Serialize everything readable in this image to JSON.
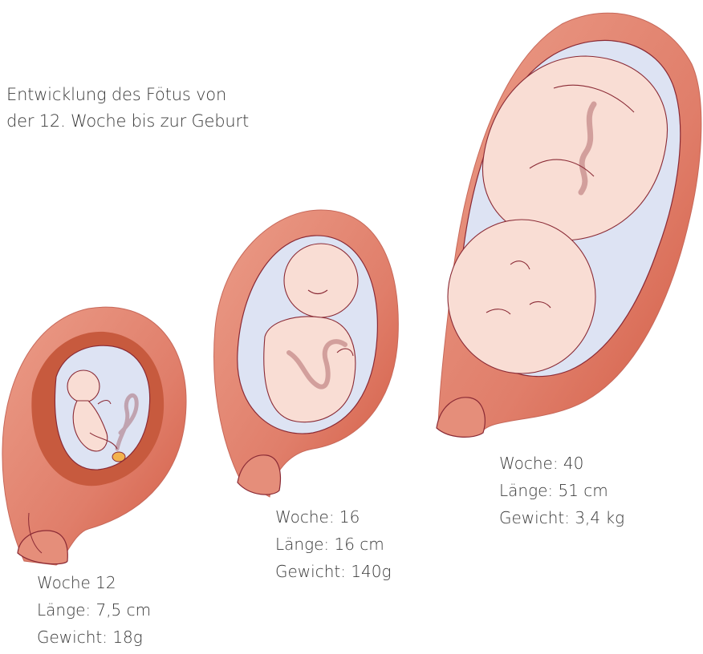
{
  "title": {
    "line1": "Entwicklung des Fötus von",
    "line2": "der 12. Woche bis zur Geburt"
  },
  "stages": [
    {
      "week": "Woche 12",
      "length": "Länge: 7,5 cm",
      "weight": "Gewicht: 18g"
    },
    {
      "week": "Woche: 16",
      "length": "Länge: 16 cm",
      "weight": "Gewicht: 140g"
    },
    {
      "week": "Woche: 40",
      "length": "Länge: 51 cm",
      "weight": "Gewicht: 3,4 kg"
    }
  ],
  "colors": {
    "uterus_wall": "#e0806e",
    "uterus_wall_dark": "#d2604a",
    "uterus_inner": "#eea08c",
    "amniotic_fluid": "#dde3f3",
    "fetus_skin": "#f9ddd4",
    "outline": "#8a2a35",
    "text": "#3a3a3a"
  }
}
